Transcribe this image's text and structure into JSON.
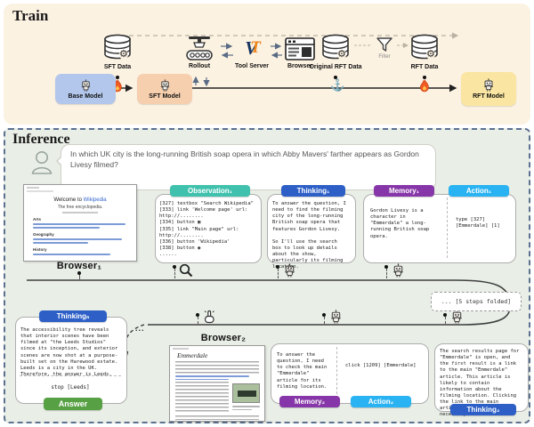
{
  "train": {
    "heading": "Train",
    "base_model": "Base Model",
    "sft_data": "SFT Data",
    "sft_model": "SFT Model",
    "rollout": "Rollout",
    "tool_server": "Tool Server",
    "logo_v": "V",
    "logo_t": "T",
    "browser": "Browser",
    "original_rft_data": "Original RFT Data",
    "filter": "Filter",
    "rft_data": "RFT Data",
    "rft_model": "RFT Model"
  },
  "icons": {
    "gear": "⚙",
    "anchor": "⚓"
  },
  "colors": {
    "base_model_bg": "#b3c7ec",
    "sft_model_bg": "#f6cfae",
    "rft_model_bg": "#fae6a2",
    "observation": "#3fc1ad",
    "thinking": "#2d5fc7",
    "memory": "#8636a8",
    "action": "#29b3f2",
    "answer": "#58a044",
    "flame": "#e8541e",
    "train_bg": "#fcf2e2",
    "inference_bg": "#e9efe7"
  },
  "inference": {
    "heading": "Inference",
    "question": "In which UK city is the long-running British soap opera in which Abby Mavers' farther appears as Gordon Livesy filmed?",
    "browser1_label": "Browser₁",
    "browser2_label": "Browser₂",
    "fold_note": "... [5 steps folded]",
    "ellipsis": "...",
    "observation1": {
      "label": "Observation₁",
      "text": "[327] textbox \"Search Wikipedia\"\n[333] link 'Welcome page' url: http://........\n[334] button ▣\n[335] link \"Main page\" url: http://........\n[336] button 'Wikipedia'\n[338] button ◉\n......"
    },
    "thinking1": {
      "label": "Thinking₁",
      "text": "To answer the question, I need to find the filming city of the long-running British soap opera that features Gordon Livesy.\n\nSo I'll use the search box to look up details about the show, particularly its filming location."
    },
    "memory1": {
      "label": "Memory₁",
      "text": "Gordon Livesy is a character in \"Emmerdale\" a long-running British soap opera."
    },
    "action1": {
      "label": "Action₁",
      "text": "type [327] [Emmerdale] [1]"
    },
    "memory2": {
      "label": "Memory₂",
      "text": "To answer the question, I need to check the main \"Emmerdale\" article for its filming location."
    },
    "action2": {
      "label": "Action₂",
      "text": "click [1209] [Emmerdale]"
    },
    "thinking2": {
      "label": "Thinking₂",
      "text": "The search results page for \"Emmerdale\" is open, and the first result is a link to the main \"Emmerdale\" article. This article is likely to contain information about the filming location. Clicking the link to the main article should provide the necessary details."
    },
    "thinking_n": {
      "label": "Thinkingₙ",
      "text": "The accessibility tree reveals that interior scenes have been filmed at \"the Leeds Studios\" since its inception, and exterior scenes are now shot at a purpose-built set on the Harewood estate. Leeds is a city in the UK. Therefore, the answer is Leeds."
    },
    "stop_action": "stop [Leeds]",
    "answer_label": "Answer",
    "browser1_page": {
      "title_prefix": "Welcome to ",
      "title_link": "Wikipedia",
      "subtitle": "The free encyclopedia.",
      "sections": {
        "s1": "Arts",
        "s2": "Geography",
        "s3": "History"
      }
    },
    "browser2_page": {
      "title": "Emmerdale"
    }
  }
}
